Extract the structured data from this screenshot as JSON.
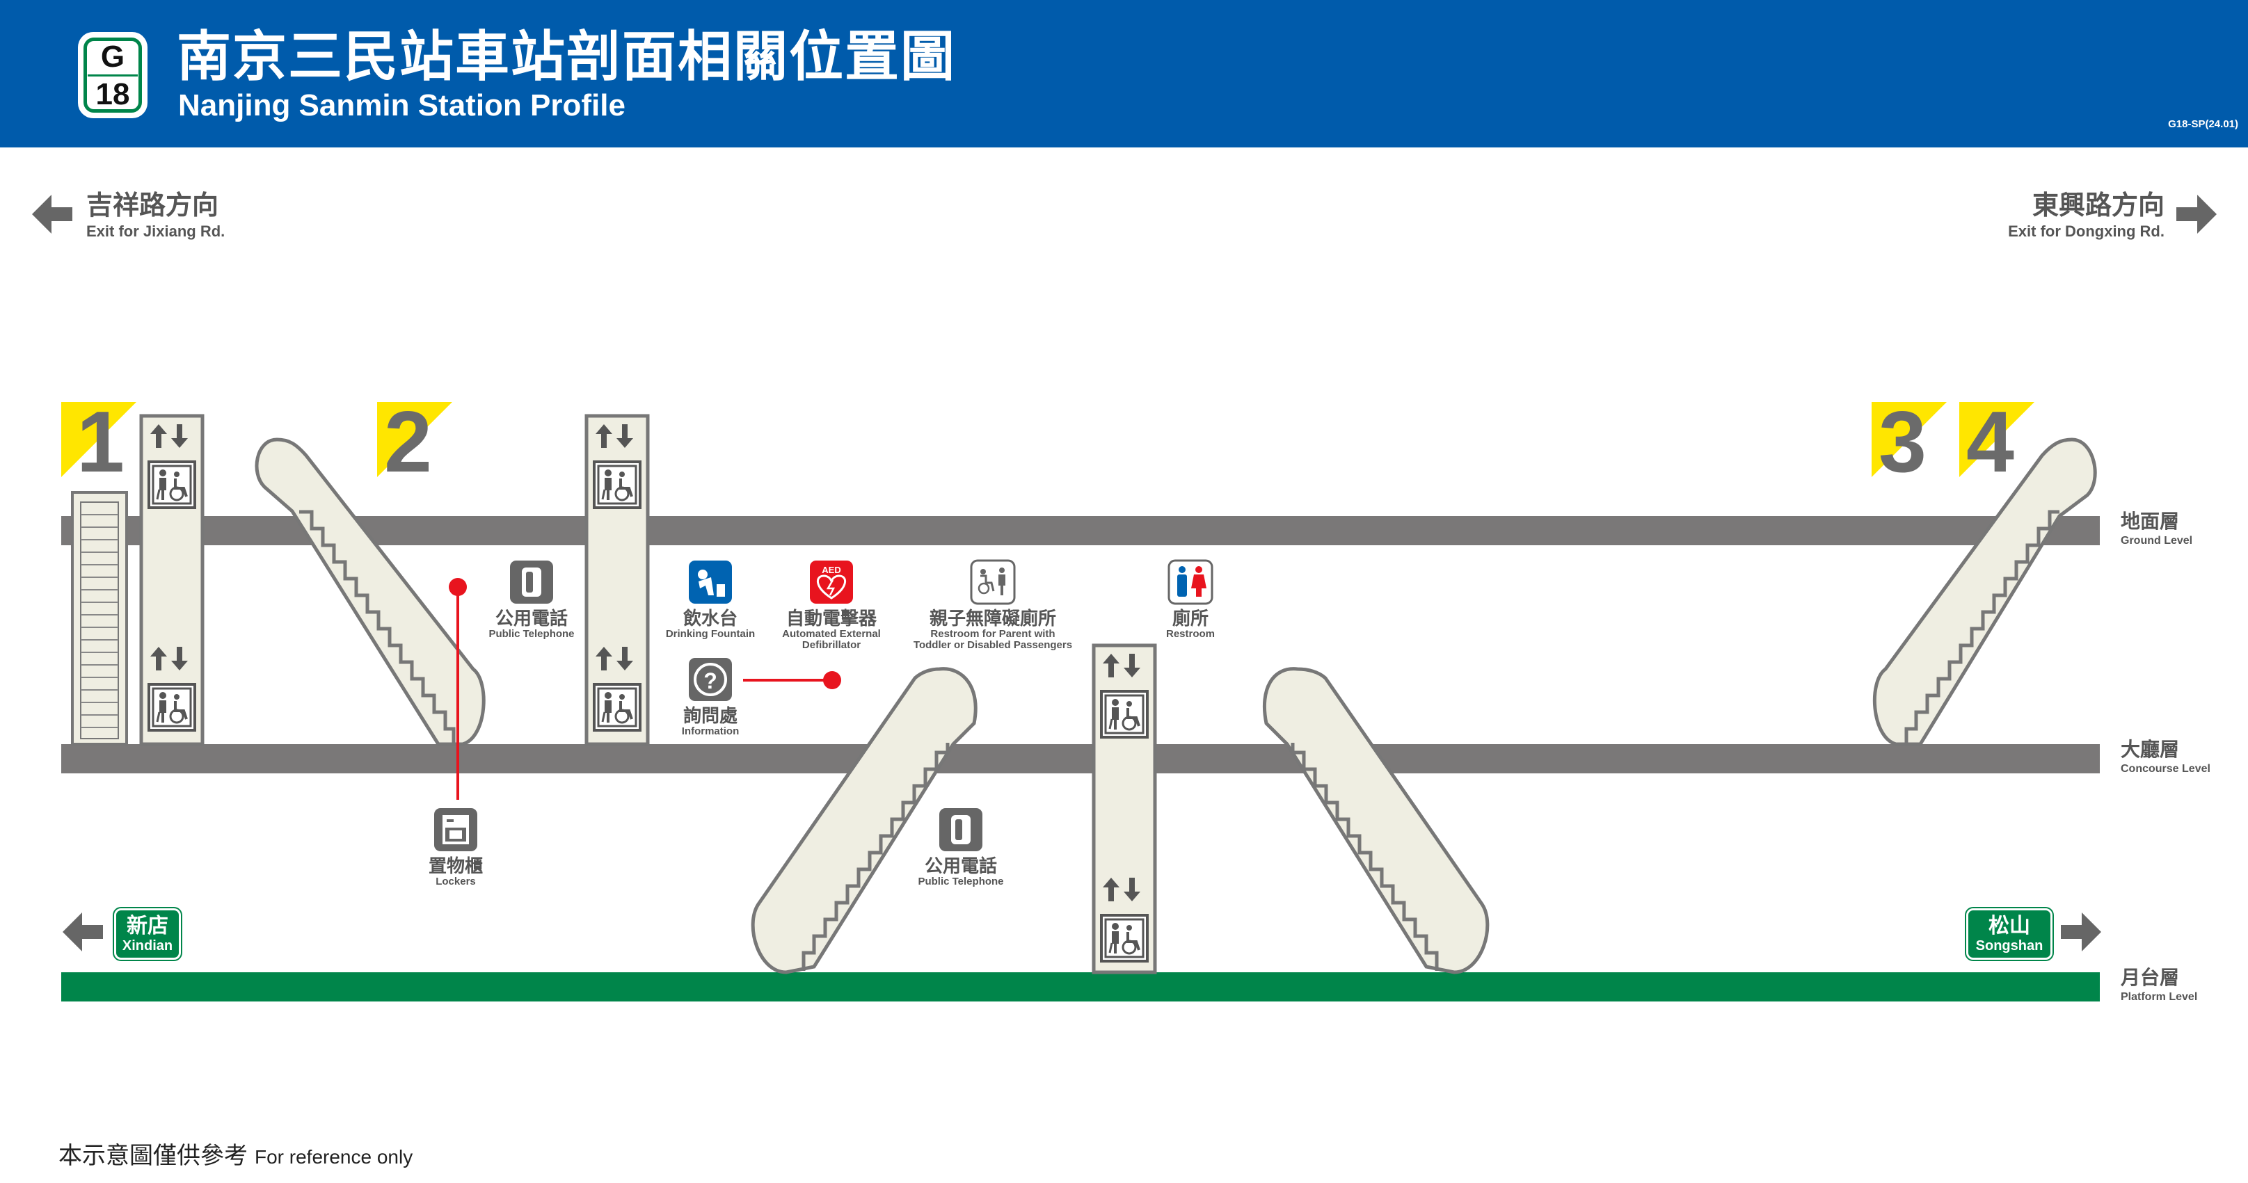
{
  "header": {
    "line_code": "G",
    "station_number": "18",
    "title_zh": "南京三民站車站剖面相關位置圖",
    "title_en": "Nanjing Sanmin Station Profile",
    "doc_code": "G18-SP(24.01)"
  },
  "directions": {
    "left": {
      "zh": "吉祥路方向",
      "en": "Exit for Jixiang Rd."
    },
    "right": {
      "zh": "東興路方向",
      "en": "Exit for Dongxing Rd."
    }
  },
  "exits": [
    "1",
    "2",
    "3",
    "4"
  ],
  "levels": {
    "ground": {
      "zh": "地面層",
      "en": "Ground Level"
    },
    "concourse": {
      "zh": "大廳層",
      "en": "Concourse Level"
    },
    "platform": {
      "zh": "月台層",
      "en": "Platform Level"
    }
  },
  "facilities": {
    "telephone": {
      "zh": "公用電話",
      "en": "Public Telephone"
    },
    "drinking": {
      "zh": "飲水台",
      "en": "Drinking Fountain"
    },
    "aed": {
      "zh": "自動電擊器",
      "en1": "Automated External",
      "en2": "Defibrillator",
      "icon_label": "AED"
    },
    "family_restroom": {
      "zh": "親子無障礙廁所",
      "en1": "Restroom for Parent with",
      "en2": "Toddler or Disabled Passengers"
    },
    "restroom": {
      "zh": "廁所",
      "en": "Restroom"
    },
    "information": {
      "zh": "詢問處",
      "en": "Information"
    },
    "lockers": {
      "zh": "置物櫃",
      "en": "Lockers"
    },
    "telephone2": {
      "zh": "公用電話",
      "en": "Public Telephone"
    }
  },
  "platform_directions": {
    "left": {
      "zh": "新店",
      "en": "Xindian"
    },
    "right": {
      "zh": "松山",
      "en": "Songshan"
    }
  },
  "footer": {
    "zh": "本示意圖僅供參考",
    "en": "For reference only"
  },
  "colors": {
    "header_blue": "#005bab",
    "line_green": "#00854a",
    "exit_yellow": "#ffe600",
    "floor_gray": "#7a7878",
    "structure_beige": "#efeee2",
    "marker_red": "#e8141e",
    "aed_red": "#e8141e",
    "drink_blue": "#0063b1"
  }
}
